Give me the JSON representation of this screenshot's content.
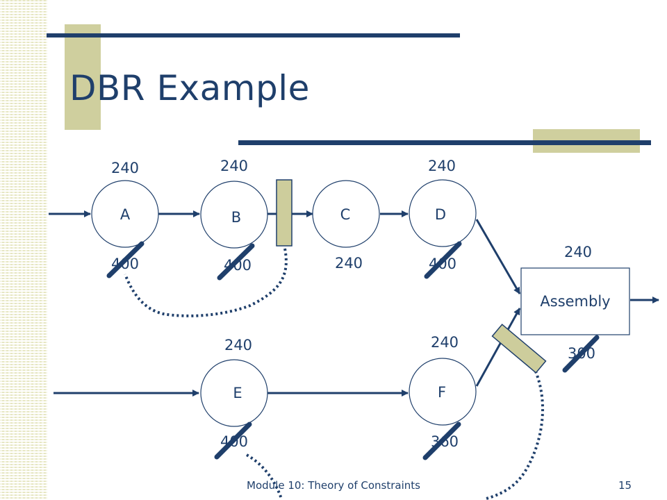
{
  "slide": {
    "title": "DBR Example",
    "footer": "Module 10: Theory of Constraints",
    "page_number": "15"
  },
  "colors": {
    "accent": "#1f3f6b",
    "buffer_fill": "#cdcd9c",
    "deco": "#cfcf9e"
  },
  "nodes": [
    {
      "id": "A",
      "label": "A",
      "top_value": "240",
      "bottom_value": "400",
      "crossed": true
    },
    {
      "id": "B",
      "label": "B",
      "top_value": "240",
      "bottom_value": "400",
      "crossed": true
    },
    {
      "id": "C",
      "label": "C",
      "top_value": "",
      "bottom_value": "240",
      "crossed": false
    },
    {
      "id": "D",
      "label": "D",
      "top_value": "240",
      "bottom_value": "400",
      "crossed": true
    },
    {
      "id": "E",
      "label": "E",
      "top_value": "240",
      "bottom_value": "400",
      "crossed": true
    },
    {
      "id": "F",
      "label": "F",
      "top_value": "240",
      "bottom_value": "360",
      "crossed": true
    }
  ],
  "assembly": {
    "label": "Assembly",
    "top_value": "240",
    "bottom_value": "300",
    "crossed": true
  },
  "buffers": [
    {
      "id": "buffer-1",
      "description": "constraint buffer before C"
    },
    {
      "id": "buffer-2",
      "description": "assembly buffer"
    }
  ],
  "icons": {
    "strike": "strike-line",
    "rope": "dotted-rope"
  }
}
